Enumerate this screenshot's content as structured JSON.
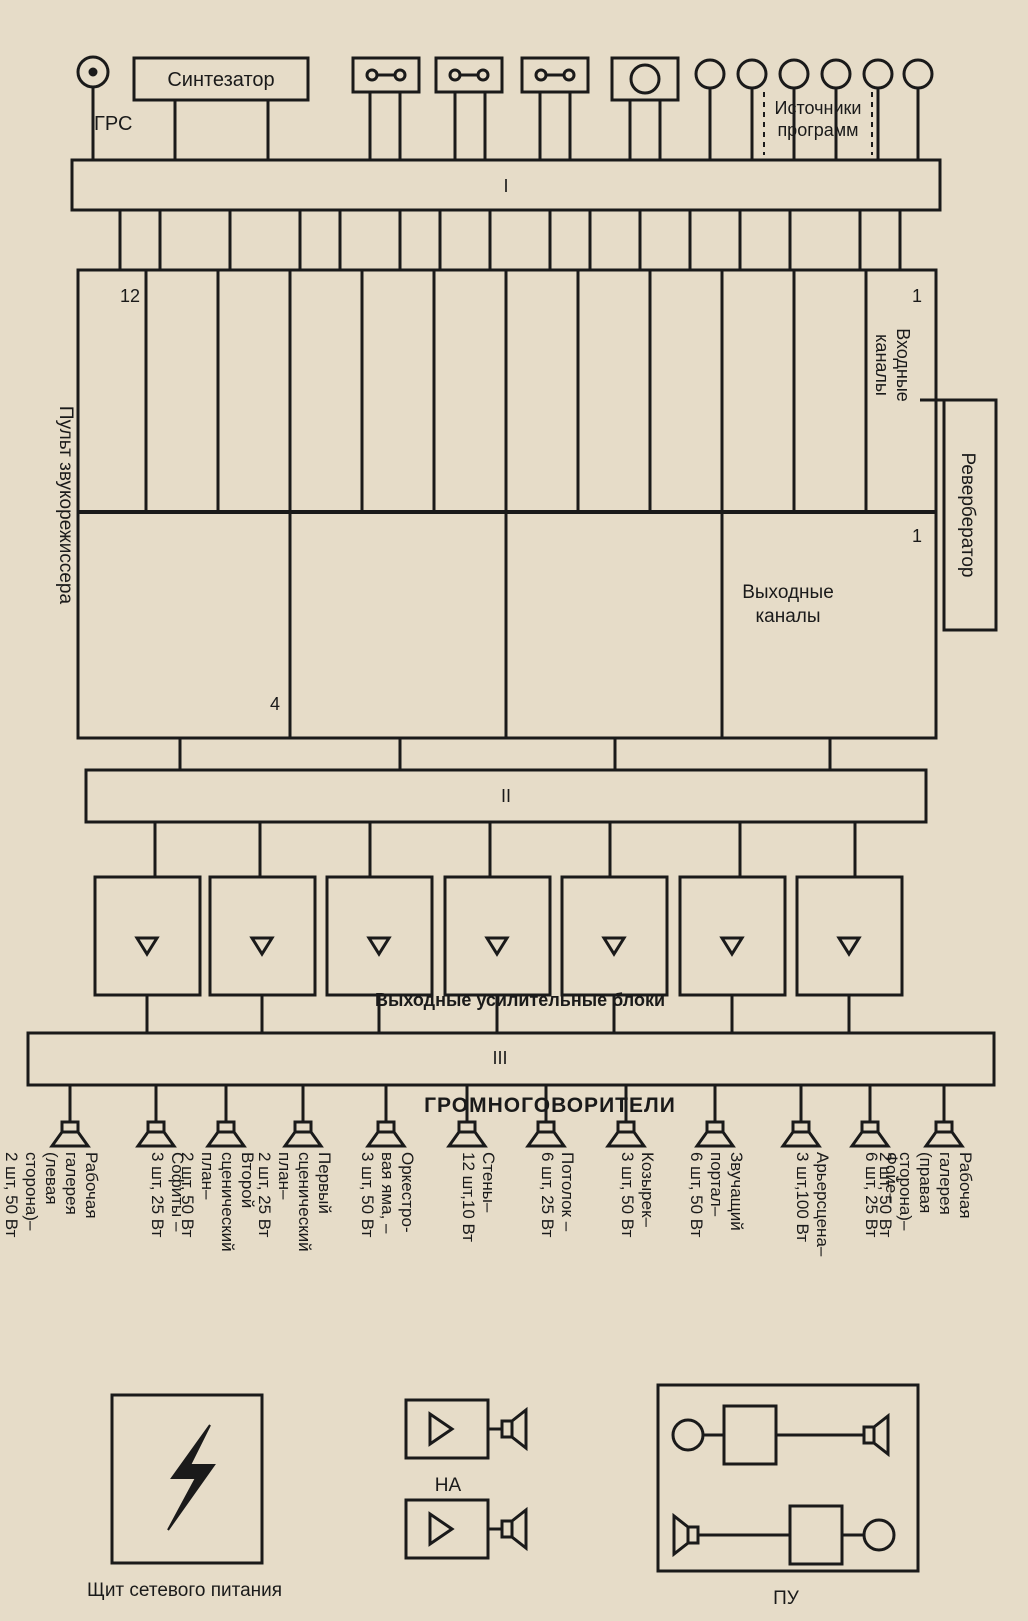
{
  "top_sources": {
    "grs": "ГРС",
    "synth": "Синтезатор",
    "programs_l1": "Источники",
    "programs_l2": "программ"
  },
  "bus_labels": {
    "b1": "I",
    "b2": "II",
    "b3": "III"
  },
  "console": {
    "side_label": "Пульт звукорежиссера",
    "num_12": "12",
    "num_1_in": "1",
    "num_1_out": "1",
    "num_4": "4",
    "in_l1": "Входные",
    "in_l2": "каналы",
    "out_l1": "Выходные",
    "out_l2": "каналы"
  },
  "reverb": "Ревербератор",
  "amps_label": "Выходные усилительные блоки",
  "speakers_title": "ГРОМНОГОВОРИТЕЛИ",
  "speakers": [
    [
      "Рабочая",
      "галерея",
      "(левая",
      "сторона)–",
      "2 шт, 50 Вт"
    ],
    [
      "Софиты –",
      "3 шт, 25 Вт"
    ],
    [
      "Второй",
      "сценический",
      "план–",
      "2 шт, 50 Вт"
    ],
    [
      "Первый",
      "сценический",
      "план–",
      "2 шт, 25 Вт"
    ],
    [
      "Оркестро-",
      "вая яма, –",
      "3 шт, 50 Вт"
    ],
    [
      "Стены–",
      "12 шт,10 Вт"
    ],
    [
      "Потолок –",
      "6 шт, 25 Вт"
    ],
    [
      "Козырек–",
      "3 шт, 50 Вт"
    ],
    [
      "Звучащий",
      "портал–",
      "6 шт, 50 Вт"
    ],
    [
      "Арьерсцена–",
      "3 шт,100 Вт"
    ],
    [
      "Фойе–",
      "6 шт, 25 Вт"
    ],
    [
      "Рабочая",
      "галерея",
      "(правая",
      "сторона)–",
      "2 шт, 50 Вт"
    ]
  ],
  "bottom": {
    "power": "Щит сетевого питания",
    "na": "НА",
    "pu": "ПУ"
  }
}
